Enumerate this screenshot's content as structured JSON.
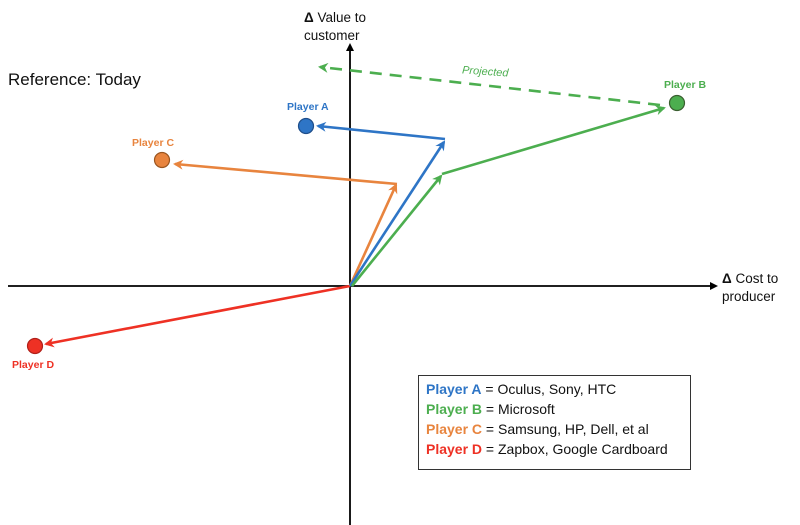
{
  "title": "Reference: Today",
  "axes": {
    "y_label_delta": "Δ",
    "y_label_line1": "Value to",
    "y_label_line2": "customer",
    "x_label_delta": "Δ",
    "x_label_line1": "Cost to",
    "x_label_line2": "producer"
  },
  "colors": {
    "axis": "#000000",
    "player_a": "#2e75c6",
    "player_b": "#4cae4f",
    "player_c": "#e8843e",
    "player_d": "#ee3124"
  },
  "players": [
    {
      "id": "a",
      "label": "Player A",
      "legend_desc": " = Oculus, Sony, HTC"
    },
    {
      "id": "b",
      "label": "Player B",
      "legend_desc": " = Microsoft"
    },
    {
      "id": "c",
      "label": "Player C",
      "legend_desc": " = Samsung, HP, Dell, et al"
    },
    {
      "id": "d",
      "label": "Player D",
      "legend_desc": " = Zapbox, Google Cardboard"
    }
  ],
  "projected_label": "Projected"
}
